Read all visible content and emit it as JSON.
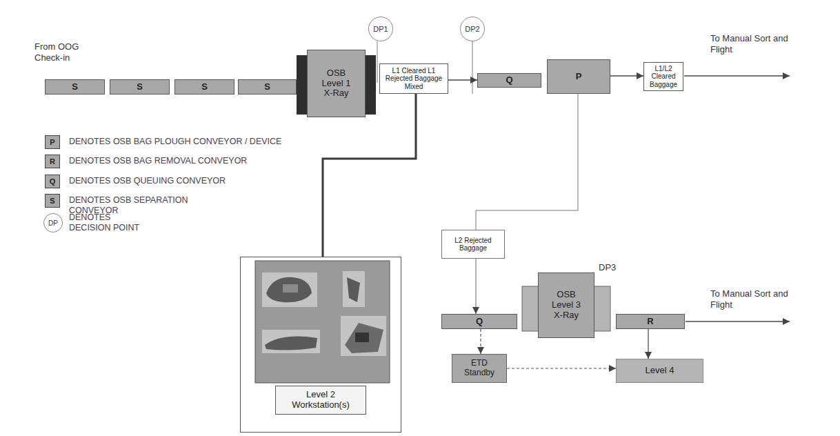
{
  "diagram": {
    "nodes": [
      {
        "text": [
          "S"
        ]
      },
      {
        "text": [
          "S"
        ]
      },
      {
        "text": [
          "S"
        ]
      },
      {
        "text": [
          "S"
        ]
      },
      {
        "text": [
          "OSB Level 1 X-Ray"
        ]
      },
      {
        "text": [
          "DP1"
        ]
      },
      {
        "text": [
          "L1 Cleared L1 Rejected Baggage Mixed"
        ]
      },
      {
        "text": [
          "DP2"
        ]
      },
      {
        "text": [
          "Q"
        ]
      },
      {
        "text": [
          "P"
        ]
      },
      {
        "text": [
          "L1/L2 Cleared Baggage"
        ]
      },
      {
        "text": [
          "Level 2 Workstation(s)"
        ]
      },
      {
        "text": [
          "L2 Rejected Baggage"
        ]
      },
      {
        "text": [
          "Q"
        ]
      },
      {
        "text": [
          "OSB Level 3 X-Ray"
        ]
      },
      {
        "text": [
          "R"
        ]
      },
      {
        "text": [
          "ETD Standby"
        ]
      },
      {
        "text": [
          "Level 4"
        ]
      }
    ],
    "edges": [
      {
        "from": 6,
        "to": 8,
        "arrow": "to"
      },
      {
        "from": 9,
        "to": 10,
        "arrow": "to"
      },
      {
        "from": 6,
        "to": 11,
        "arrow": "none"
      },
      {
        "from": 9,
        "to": 12,
        "arrow": "none"
      },
      {
        "from": 12,
        "to": 13,
        "arrow": "to"
      },
      {
        "from": 13,
        "to": 16,
        "arrow": "to"
      },
      {
        "from": 16,
        "to": 17,
        "arrow": "to"
      },
      {
        "from": 15,
        "to": 17,
        "arrow": "to"
      }
    ],
    "labels": [
      "From OOG Check-in",
      "To Manual Sort and Flight",
      "To Manual Sort and Flight",
      "DP3",
      "P",
      "R",
      "Q",
      "S",
      "DP"
    ],
    "legend": [
      {
        "text": "DENOTES OSB BAG PLOUGH CONVEYOR / DEVICE"
      },
      {
        "text": "DENOTES OSB BAG REMOVAL CONVEYOR"
      },
      {
        "text": "DENOTES OSB QUEUING CONVEYOR"
      },
      {
        "text": "DENOTES OSB SEPARATION CONVEYOR"
      },
      {
        "text": "DENOTES DECISION POINT"
      }
    ]
  }
}
